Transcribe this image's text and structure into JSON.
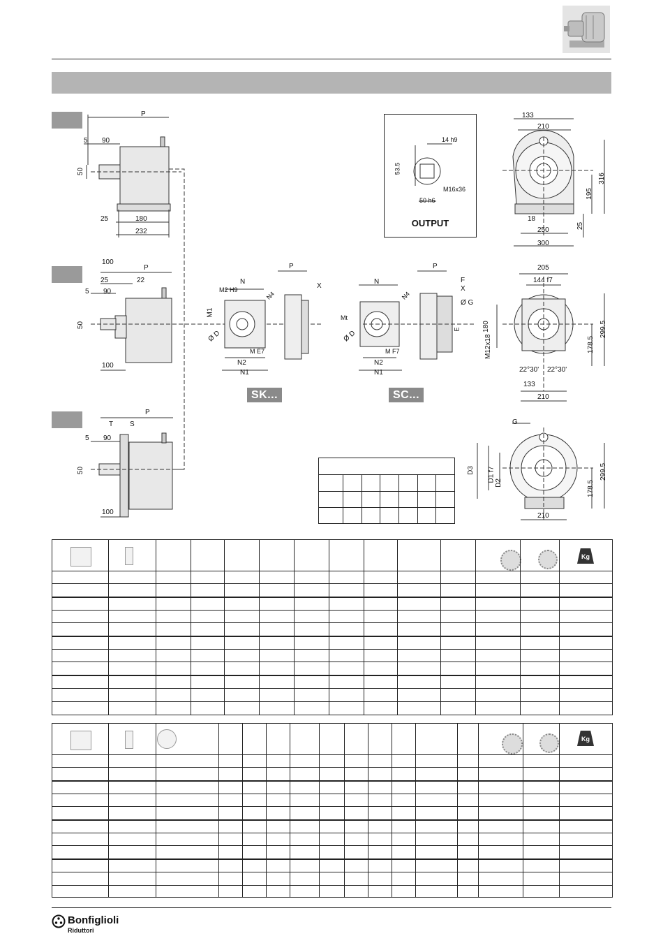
{
  "brand": {
    "name": "Bonfiglioli",
    "sub": "Riduttori"
  },
  "output_box": {
    "label": "OUTPUT",
    "dims": {
      "key": "14 h9",
      "height": "53.5",
      "shaft": "50 h6",
      "thread": "M16x36"
    }
  },
  "badges": {
    "sk": "SK...",
    "sc": "SC..."
  },
  "view_top": {
    "P": "P",
    "a": "5",
    "b": "90",
    "c": "50",
    "d": "25",
    "e": "180",
    "f": "232"
  },
  "view_mid": {
    "top": "100",
    "P": "P",
    "a": "25",
    "b": "22",
    "c": "5",
    "d": "90",
    "e": "50",
    "f": "100"
  },
  "view_bot": {
    "P": "P",
    "T": "T",
    "S": "S",
    "a": "5",
    "b": "90",
    "c": "50",
    "d": "100"
  },
  "flange_sk": {
    "N": "N",
    "P": "P",
    "X": "X",
    "M2": "M2 H9",
    "N4": "N4",
    "M1": "M1",
    "D": "Ø D",
    "M": "M E7",
    "N2": "N2",
    "N1": "N1"
  },
  "flange_sc": {
    "N": "N",
    "P": "P",
    "F": "F",
    "X": "X",
    "G": "Ø G",
    "E": "E",
    "Mt": "Mt",
    "N4": "N4",
    "D": "Ø D",
    "M": "M F7",
    "N2": "N2",
    "N1": "N1"
  },
  "front_top": {
    "a": "133",
    "b": "210",
    "c": "316",
    "d": "195",
    "e": "18",
    "f": "25",
    "g": "250",
    "h": "300"
  },
  "front_mid": {
    "a": "205",
    "b": "144 f7",
    "c": "180",
    "d": "M12x18",
    "e": "299.5",
    "f": "178.5",
    "g": "22°30'",
    "h": "22°30'",
    "i": "133",
    "j": "210"
  },
  "front_bot": {
    "G": "G",
    "D3": "D3",
    "D1": "D1 f7",
    "D2": "D2",
    "a": "299.5",
    "b": "178.5",
    "c": "210"
  },
  "icons": {
    "weight": "Kg",
    "gear1": "gear-icon",
    "gear2": "gear-icon"
  }
}
